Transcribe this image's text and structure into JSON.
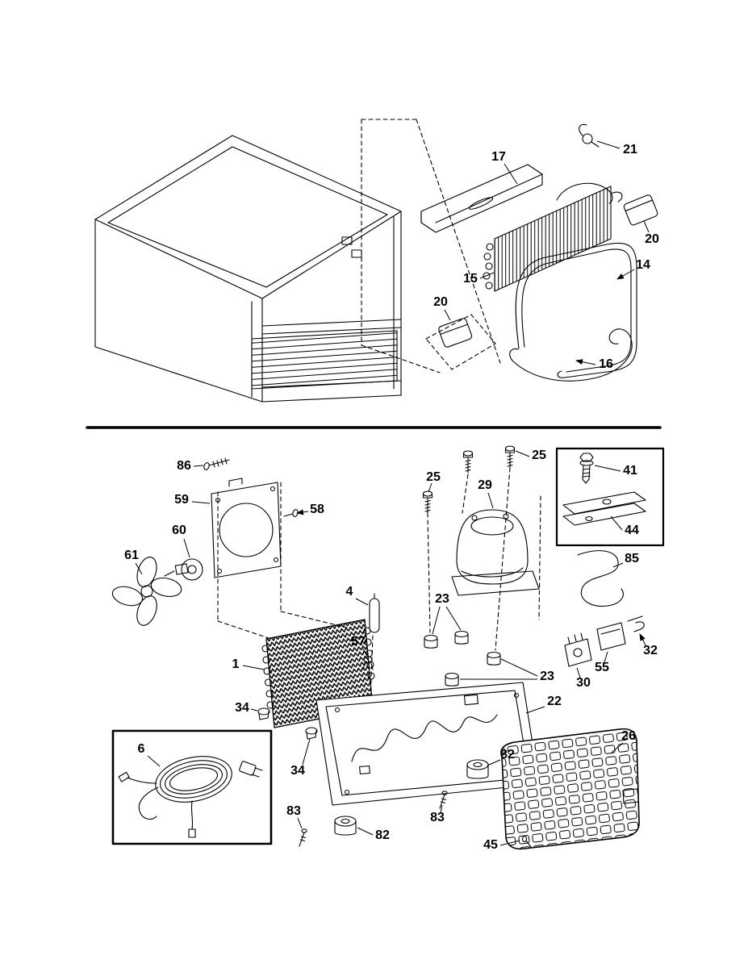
{
  "diagram": {
    "kind": "exploded-parts-diagram",
    "background_color": "#ffffff",
    "line_color": "#000000"
  },
  "callouts": {
    "c17": "17",
    "c21": "21",
    "c20a": "20",
    "c15": "15",
    "c14": "14",
    "c20b": "20",
    "c16": "16",
    "c86": "86",
    "c25a": "25",
    "c25b": "25",
    "c29": "29",
    "c41": "41",
    "c44": "44",
    "c59": "59",
    "c58": "58",
    "c60": "60",
    "c61": "61",
    "c85": "85",
    "c4": "4",
    "c23a": "23",
    "c32": "32",
    "c55": "55",
    "c57": "57",
    "c30": "30",
    "c1": "1",
    "c23b": "23",
    "c34a": "34",
    "c22": "22",
    "c26": "26",
    "c34b": "34",
    "c82a": "82",
    "c6": "6",
    "c83a": "83",
    "c82b": "82",
    "c83b": "83",
    "c45": "45"
  }
}
